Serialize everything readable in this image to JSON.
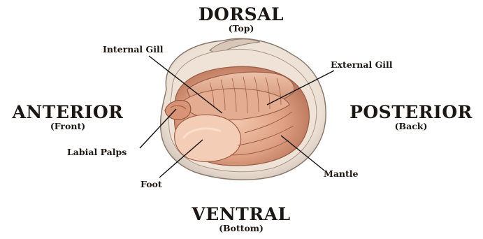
{
  "orientation": {
    "dorsal": {
      "label": "DORSAL",
      "sub": "(Top)"
    },
    "ventral": {
      "label": "VENTRAL",
      "sub": "(Bottom)"
    },
    "anterior": {
      "label": "ANTERIOR",
      "sub": "(Front)"
    },
    "posterior": {
      "label": "POSTERIOR",
      "sub": "(Back)"
    }
  },
  "parts": {
    "internal_gill": "Internal Gill",
    "external_gill": "External Gill",
    "labial_palps": "Labial Palps",
    "foot": "Foot",
    "mantle": "Mantle"
  },
  "colors": {
    "shell": "#f2e7dc",
    "flesh": "#e2a98a",
    "flesh_dark": "#b8745a",
    "ink": "#1c1712"
  }
}
